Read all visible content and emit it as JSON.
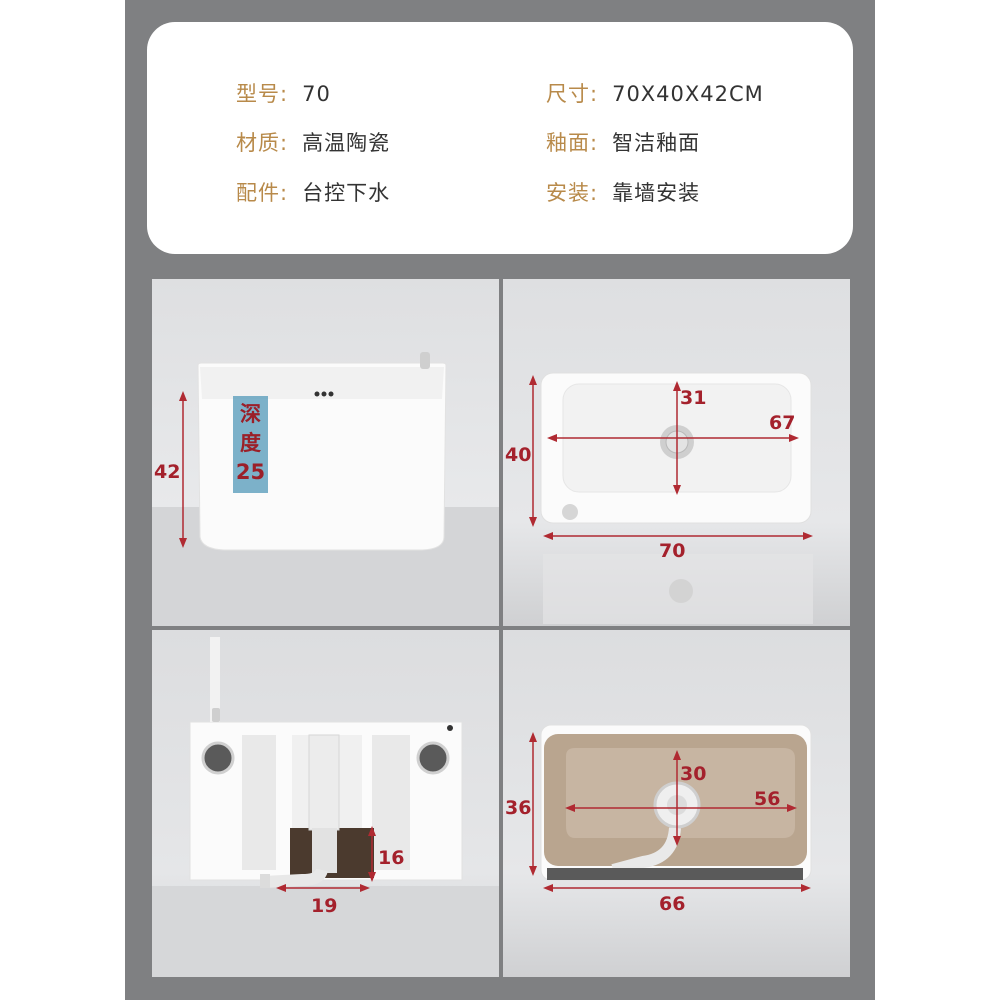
{
  "specs": [
    {
      "label": "型号:",
      "value": "70"
    },
    {
      "label": "尺寸:",
      "value": "70X40X42CM"
    },
    {
      "label": "材质:",
      "value": "高温陶瓷"
    },
    {
      "label": "釉面:",
      "value": "智洁釉面"
    },
    {
      "label": "配件:",
      "value": "台控下水"
    },
    {
      "label": "安装:",
      "value": "靠墙安装"
    }
  ],
  "panels": {
    "front": {
      "height": "42",
      "depth_label": "深度",
      "depth_value": "25"
    },
    "top": {
      "depth": "40",
      "inner_width": "67",
      "inner_depth": "31",
      "width": "70"
    },
    "back": {
      "drain_height": "16",
      "drain_offset": "19"
    },
    "bottom": {
      "height": "36",
      "inner_width": "56",
      "inner_depth": "30",
      "width": "66"
    }
  },
  "colors": {
    "frame": "#7f8082",
    "label": "#b88a4a",
    "dimension": "#a4212c",
    "depth_highlight": "#5c9fbd"
  }
}
